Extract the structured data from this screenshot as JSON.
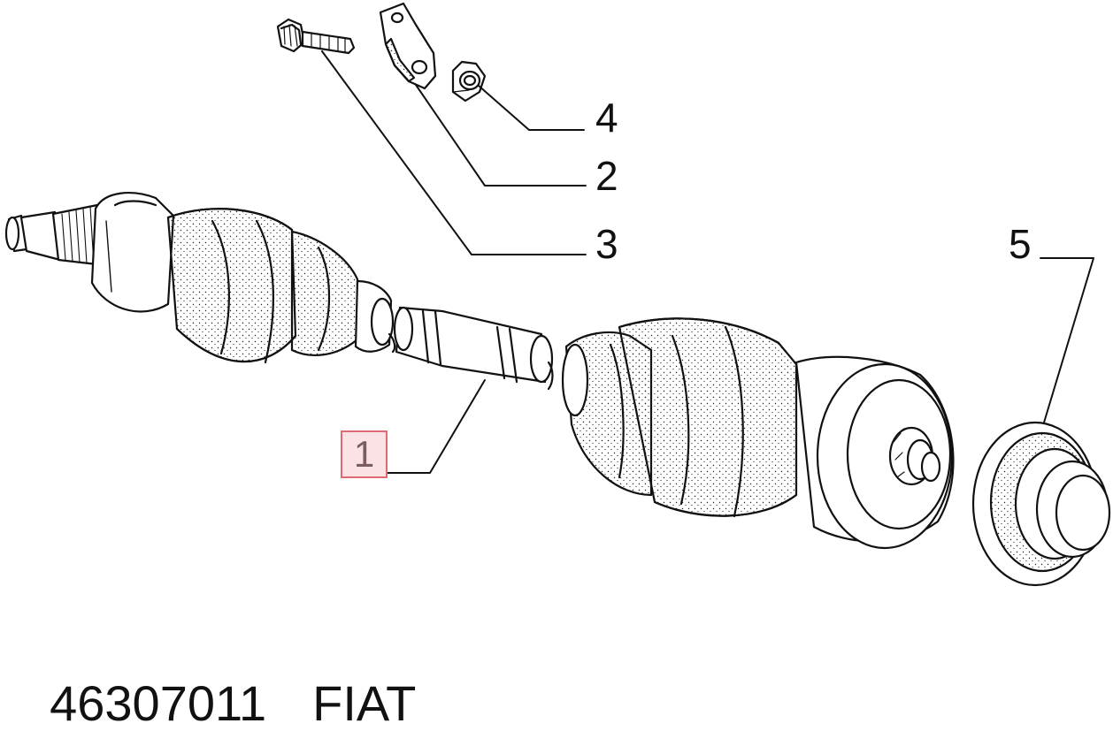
{
  "callouts": [
    {
      "id": "1",
      "label": "1",
      "highlighted": true
    },
    {
      "id": "2",
      "label": "2"
    },
    {
      "id": "3",
      "label": "3"
    },
    {
      "id": "4",
      "label": "4"
    },
    {
      "id": "5",
      "label": "5"
    }
  ],
  "footer": {
    "part_number": "46307011",
    "brand": "FIAT"
  },
  "colors": {
    "ink": "#111111",
    "highlight_border": "#e06a74",
    "highlight_fill": "#fbe3e5",
    "highlight_text": "#7a5c62",
    "background": "#ffffff"
  }
}
